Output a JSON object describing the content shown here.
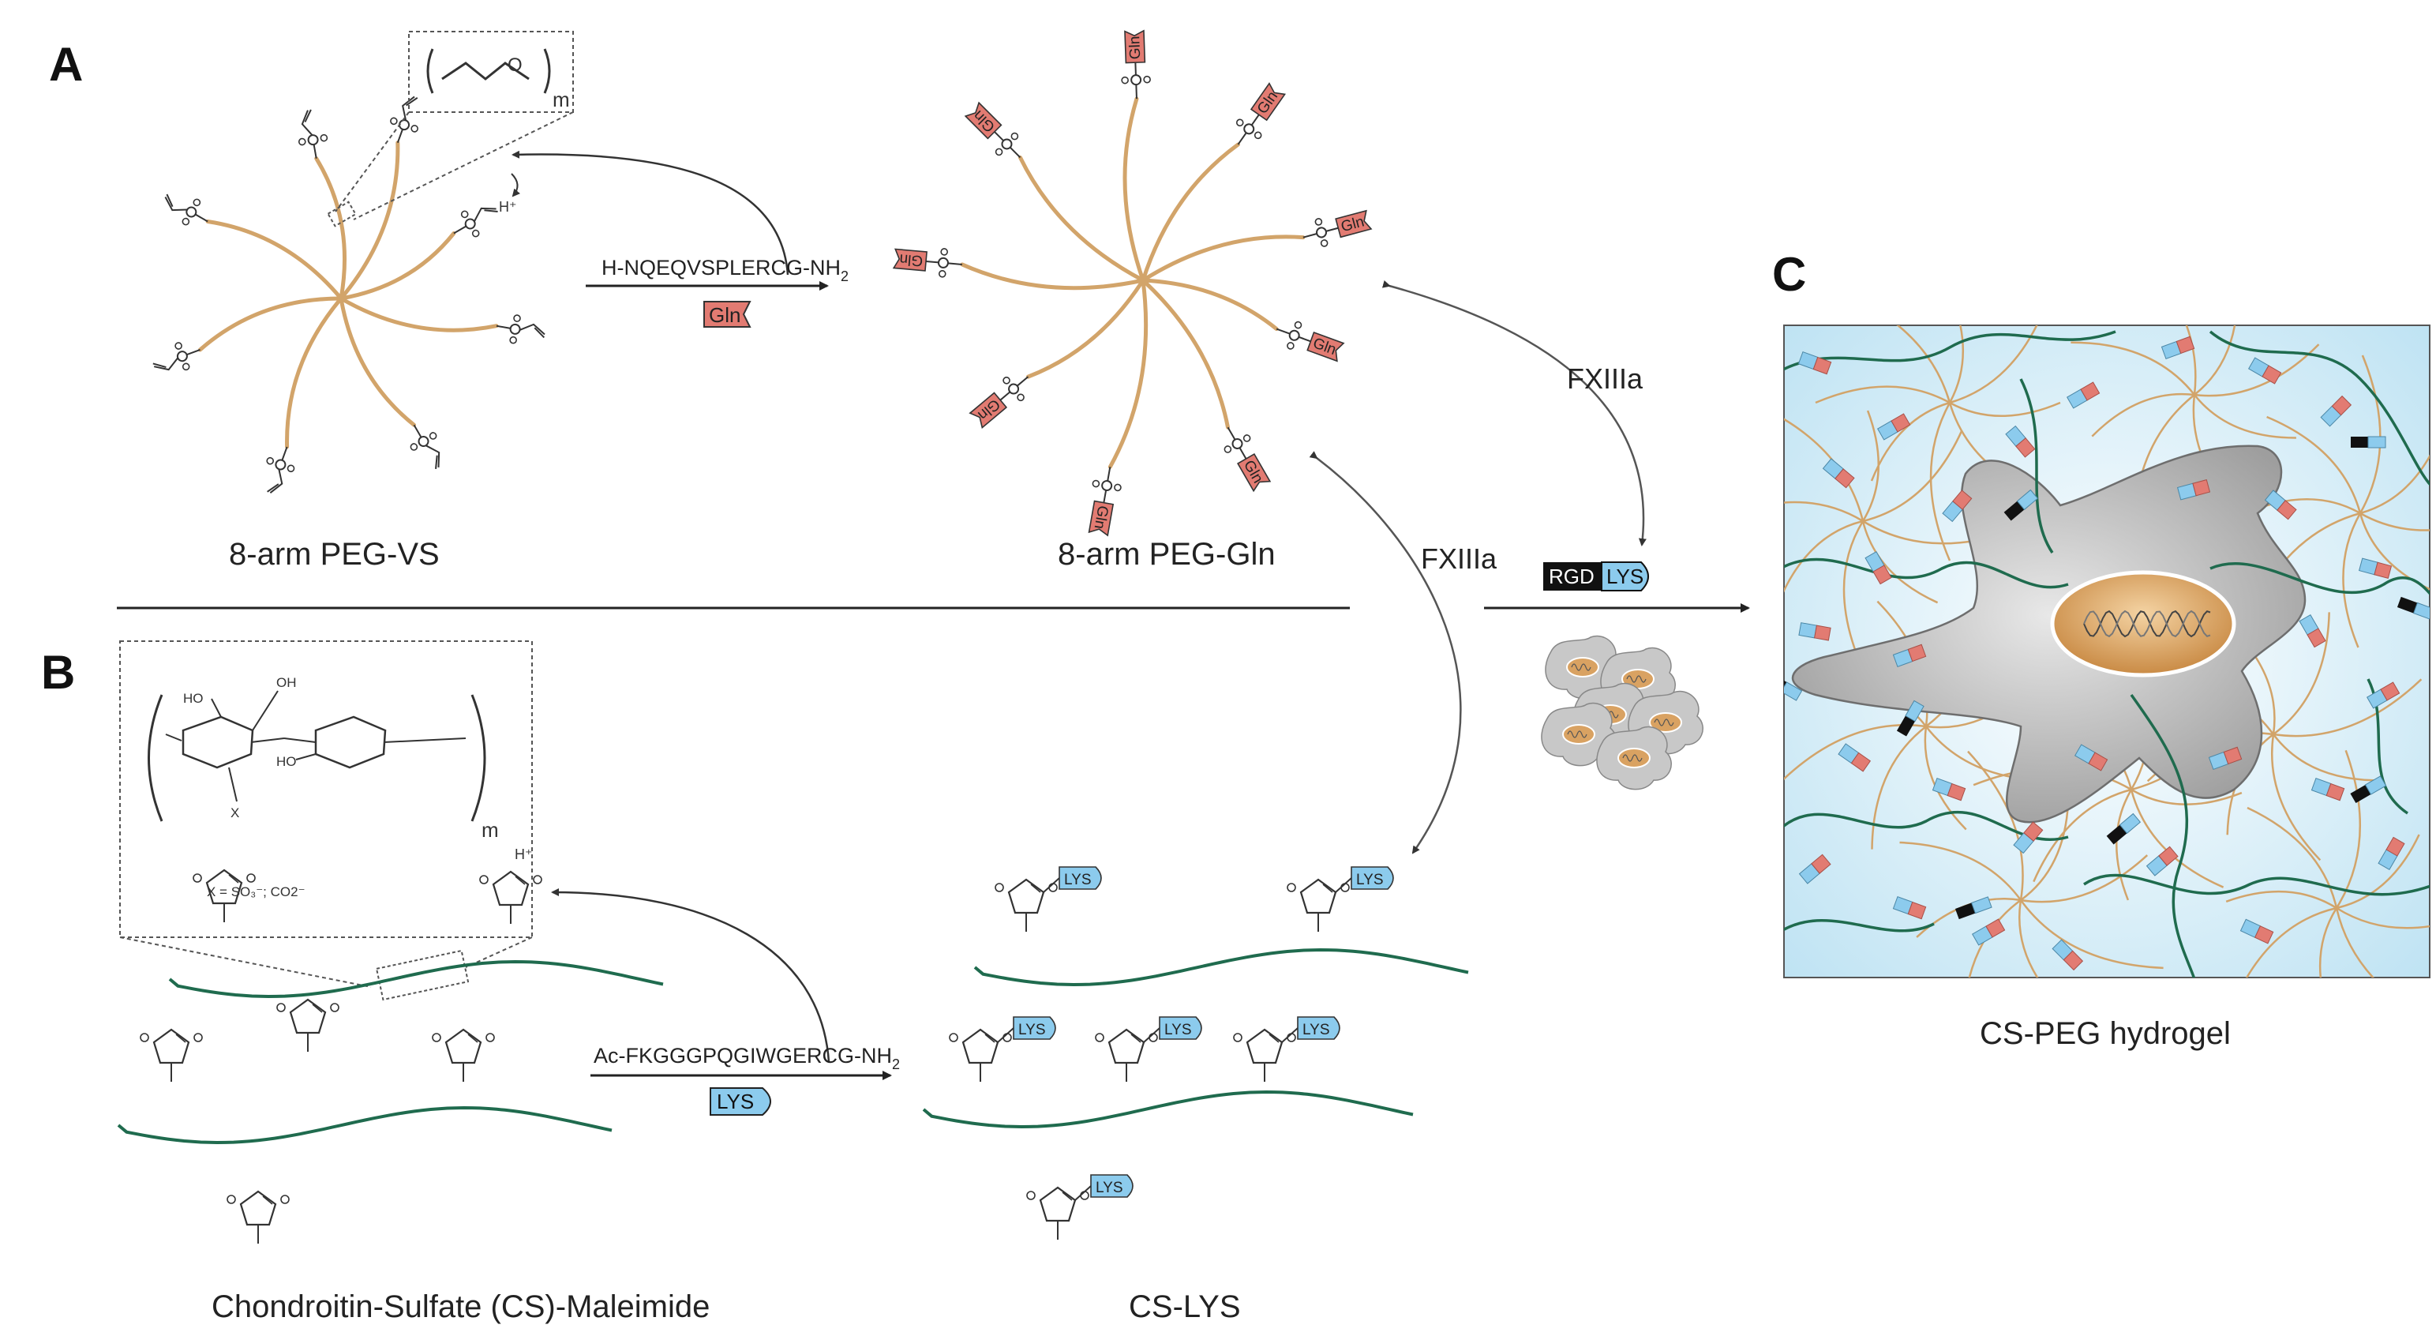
{
  "panels": {
    "a_label": "A",
    "b_label": "B",
    "c_label": "C"
  },
  "panel_a": {
    "left_caption": "8-arm PEG-VS",
    "right_caption": "8-arm PEG-Gln",
    "peptide": "H-NQEQVSPLERCG-NH",
    "peptide_sub": "2",
    "tag": "Gln",
    "repeat_m": "m",
    "repeat_o": "O",
    "proton": "H⁺"
  },
  "panel_b": {
    "left_caption": "Chondroitin-Sulfate (CS)-Maleimide",
    "right_caption": "CS-LYS",
    "peptide": "Ac-FKGGGPQGIWGERCG-NH",
    "peptide_sub": "2",
    "tag": "LYS",
    "repeat_m": "m",
    "x_def": "X = SO₃⁻; CO2⁻",
    "oh1": "OH",
    "oh2": "HO",
    "oh3": "HO",
    "x": "X",
    "proton": "H⁺"
  },
  "middle": {
    "enzyme_top": "FXIIIa",
    "enzyme_bottom": "FXIIIa",
    "rgd": "RGD",
    "lys": "LYS"
  },
  "panel_c": {
    "caption": "CS-PEG hydrogel"
  },
  "colors": {
    "peg": "#d2a46a",
    "cs": "#1f6b4e",
    "gln": "#e27b72",
    "lys": "#8ccbed",
    "hydrogel_bg": "#cfeaf6",
    "cell": "#b9b9b9",
    "nucleus": "#d9a262"
  }
}
